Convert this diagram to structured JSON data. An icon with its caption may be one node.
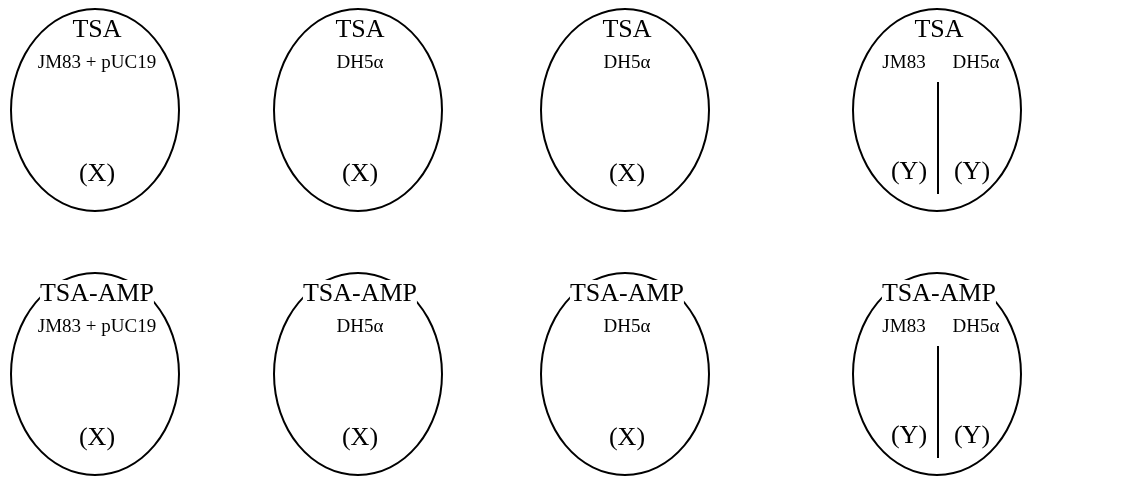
{
  "diagram": {
    "nodes": [
      {
        "text": [
          "TSA",
          "JM83 + pUC19",
          "(X)"
        ]
      },
      {
        "text": [
          "TSA",
          "DH5α",
          "(X)"
        ]
      },
      {
        "text": [
          "TSA",
          "DH5α",
          "(X)"
        ]
      },
      {
        "text": [
          "TSA",
          "JM83",
          "DH5α",
          "(Y)",
          "(Y)"
        ]
      },
      {
        "text": [
          "TSA-AMP",
          "JM83 + pUC19",
          "(X)"
        ]
      },
      {
        "text": [
          "TSA-AMP",
          "DH5α",
          "(X)"
        ]
      },
      {
        "text": [
          "TSA-AMP",
          "DH5α",
          "(X)"
        ]
      },
      {
        "text": [
          "TSA-AMP",
          "JM83",
          "DH5α",
          "(Y)",
          "(Y)"
        ]
      }
    ]
  }
}
